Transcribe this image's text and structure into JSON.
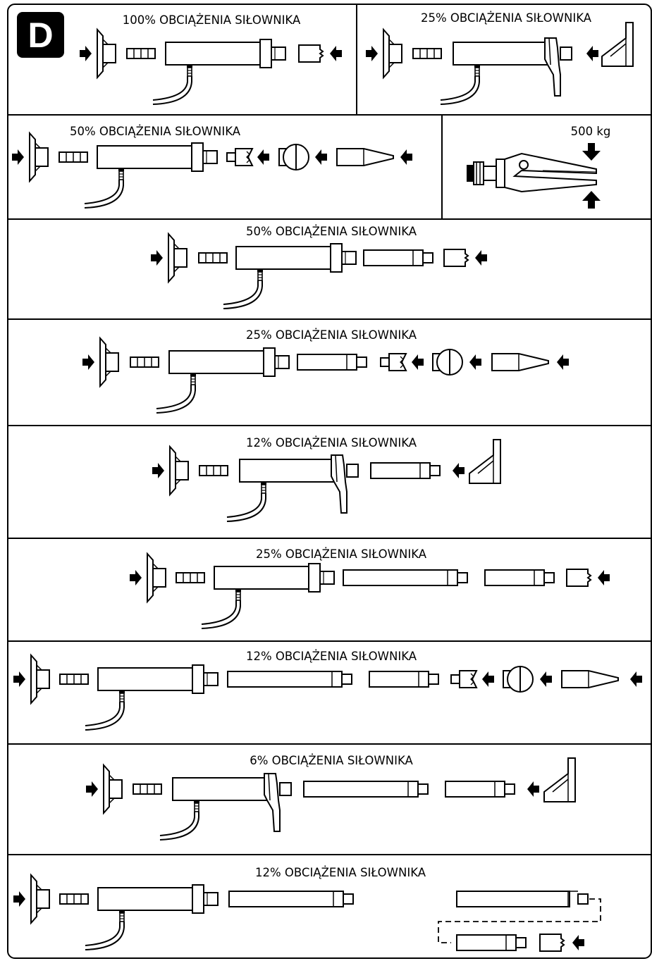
{
  "section_badge": "D",
  "panels": [
    {
      "id": "p1",
      "label": "100% OBCIĄŻENIA SIŁOWNIKA"
    },
    {
      "id": "p2",
      "label": "25% OBCIĄŻENIA SIŁOWNIKA"
    },
    {
      "id": "p3",
      "label": "50% OBCIĄŻENIA SIŁOWNIKA"
    },
    {
      "id": "p4",
      "label": "500 kg"
    },
    {
      "id": "p5",
      "label": "50% OBCIĄŻENIA SIŁOWNIKA"
    },
    {
      "id": "p6",
      "label": "25% OBCIĄŻENIA SIŁOWNIKA"
    },
    {
      "id": "p7",
      "label": "12% OBCIĄŻENIA SIŁOWNIKA"
    },
    {
      "id": "p8",
      "label": "25% OBCIĄŻENIA SIŁOWNIKA"
    },
    {
      "id": "p9",
      "label": "12% OBCIĄŻENIA SIŁOWNIKA"
    },
    {
      "id": "p10",
      "label": "6% OBCIĄŻENIA SIŁOWNIKA"
    },
    {
      "id": "p11",
      "label": "12% OBCIĄŻENIA SIŁOWNIKA"
    }
  ]
}
